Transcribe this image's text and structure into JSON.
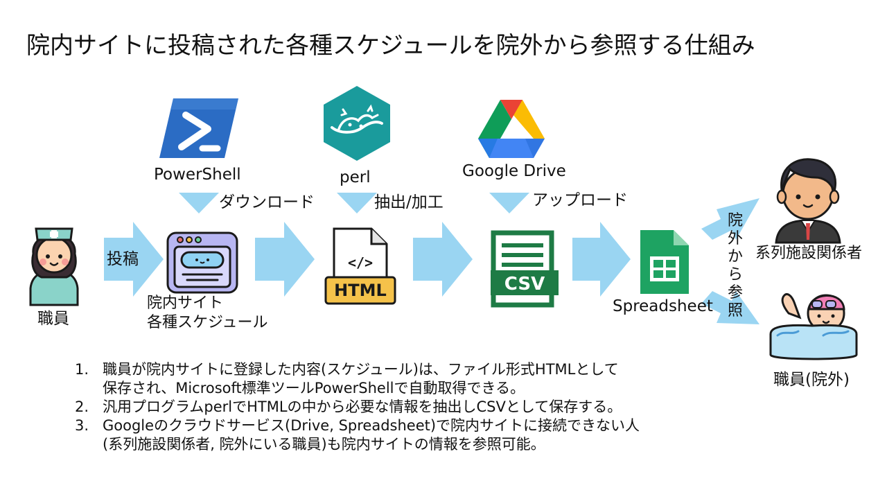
{
  "title": "院内サイトに投稿された各種スケジュールを院外から参照する仕組み",
  "tools": {
    "powershell": "PowerShell",
    "perl": "perl",
    "google_drive": "Google Drive"
  },
  "steps": {
    "download": "ダウンロード",
    "extract": "抽出/加工",
    "upload": "アップロード",
    "post": "投稿",
    "view_from_outside": [
      "院",
      "外",
      "か",
      "ら",
      "参",
      "照"
    ]
  },
  "nodes": {
    "staff": "職員",
    "site_line1": "院内サイト",
    "site_line2": "各種スケジュール",
    "spreadsheet": "Spreadsheet",
    "affiliated": "系列施設関係者",
    "staff_outside": "職員(院外)",
    "html_icon": "HTML",
    "csv_icon": "CSV",
    "html_code": "</>"
  },
  "notes": [
    {
      "num": "1.",
      "lines": [
        "職員が院内サイトに登録した内容(スケジュール)は、ファイル形式HTMLとして",
        "保存され、Microsoft標準ツールPowerShellで自動取得できる。"
      ]
    },
    {
      "num": "2.",
      "lines": [
        "汎用プログラムperlでHTMLの中から必要な情報を抽出しCSVとして保存する。"
      ]
    },
    {
      "num": "3.",
      "lines": [
        "Googleのクラウドサービス(Drive, Spreadsheet)で院内サイトに接続できない人",
        "(系列施設関係者, 院外にいる職員)も院内サイトの情報を参照可能。"
      ]
    }
  ],
  "colors": {
    "arrow": "#9ad5f2",
    "powershell": "#2b6cc4",
    "perl": "#1a9b9c",
    "csv": "#1e7b45",
    "sheets": "#1ea362",
    "html_label": "#f5c24a"
  }
}
